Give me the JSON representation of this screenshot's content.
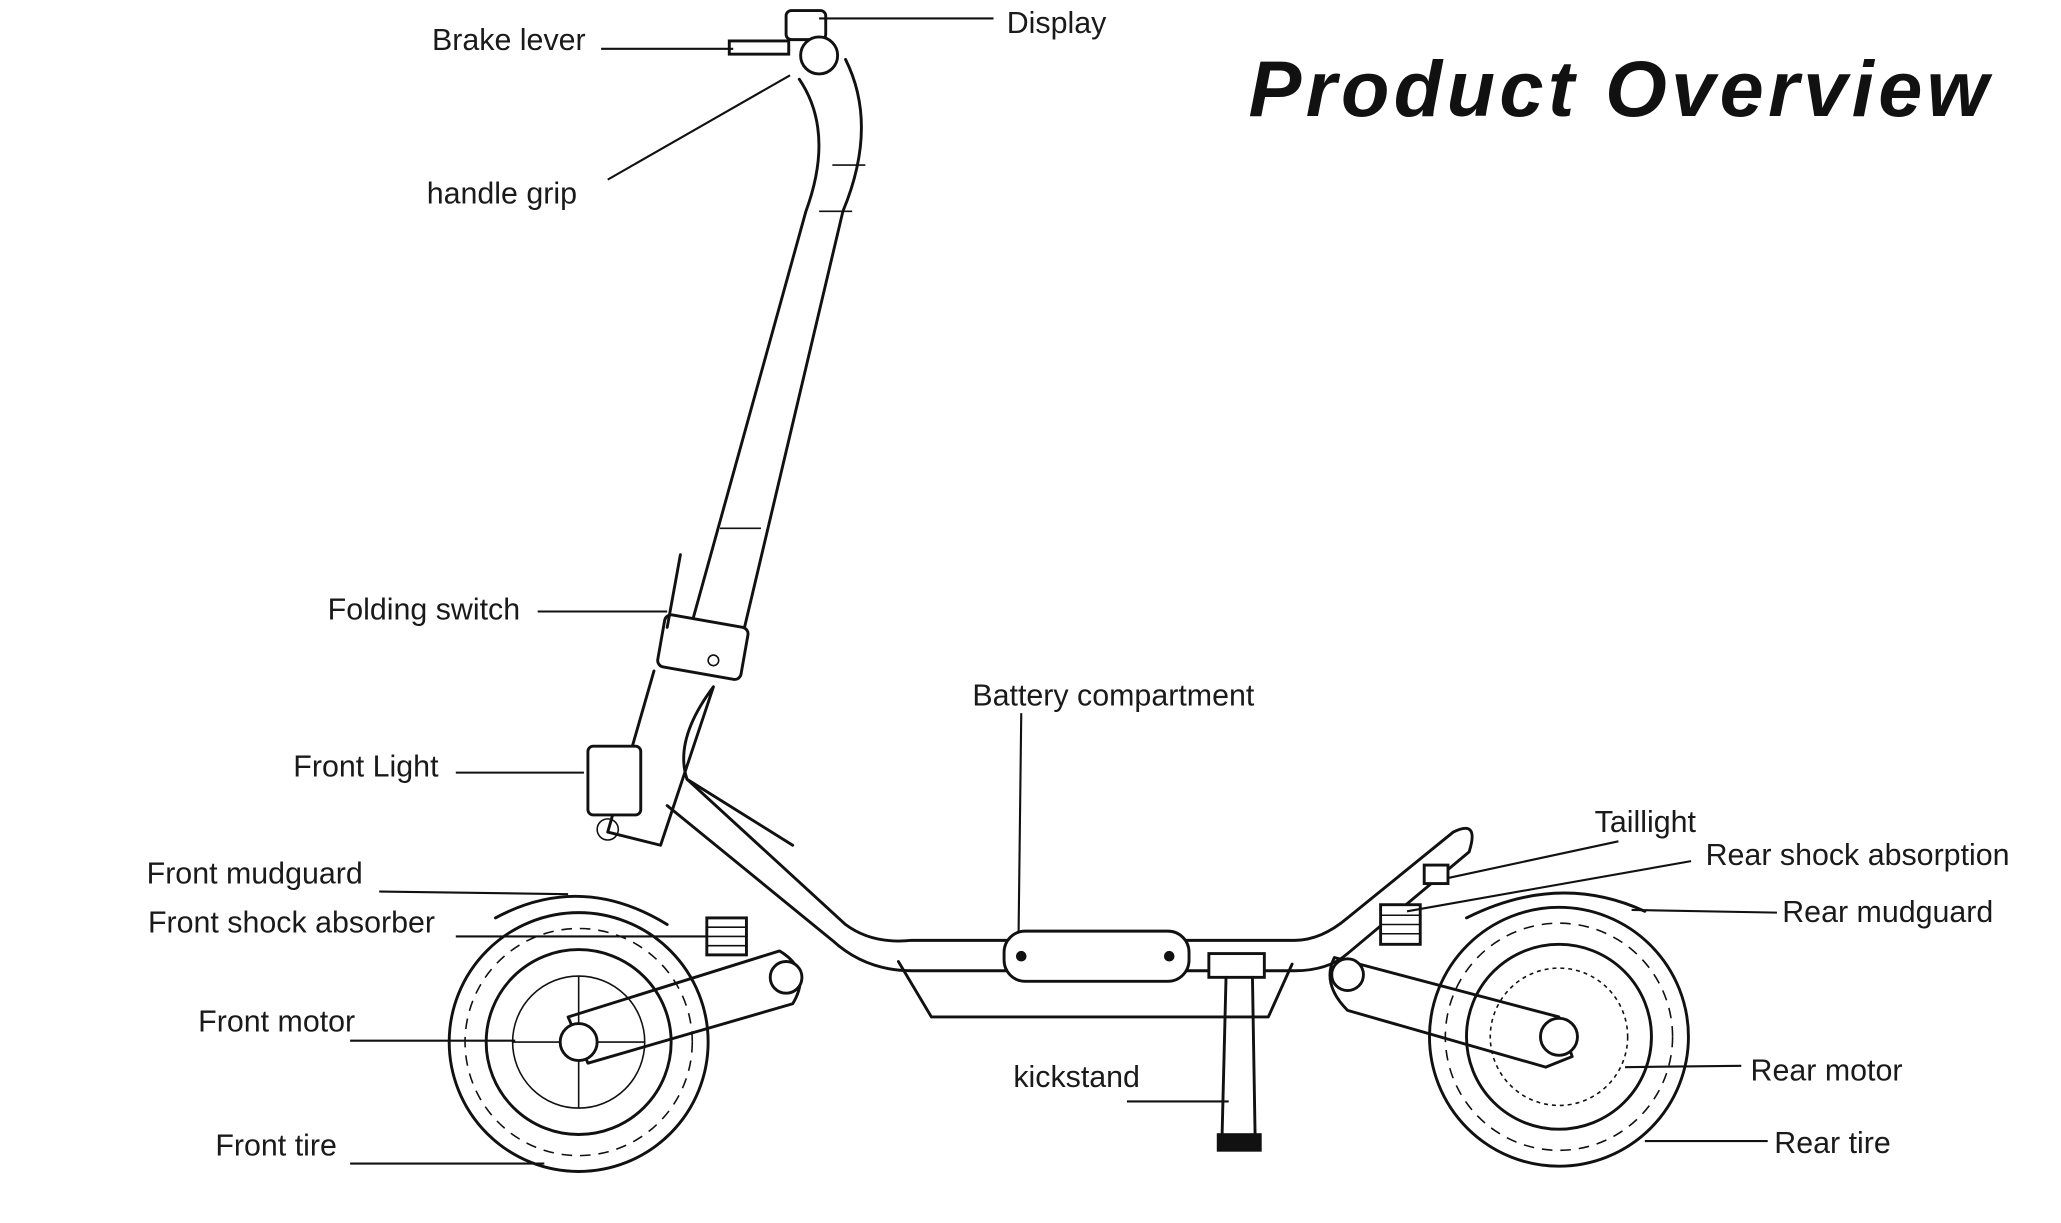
{
  "title": "Product Overview",
  "labels": {
    "brake_lever": "Brake lever",
    "display": "Display",
    "handle_grip": "handle grip",
    "folding_switch": "Folding switch",
    "battery_compartment": "Battery compartment",
    "front_light": "Front Light",
    "taillight": "Taillight",
    "rear_shock_absorption": "Rear shock absorption",
    "front_mudguard": "Front mudguard",
    "rear_mudguard": "Rear mudguard",
    "front_shock_absorber": "Front shock absorber",
    "front_motor": "Front motor",
    "rear_motor": "Rear motor",
    "kickstand": "kickstand",
    "front_tire": "Front tire",
    "rear_tire": "Rear tire"
  }
}
